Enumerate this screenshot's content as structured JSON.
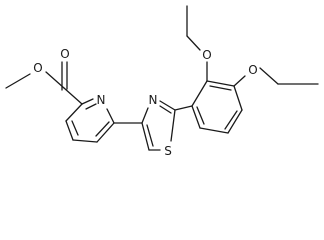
{
  "atoms": {
    "methyl_ester_oxygen": "O",
    "carbonyl_oxygen": "O",
    "pyridine_nitrogen": "N",
    "thiazole_nitrogen": "N",
    "thiazole_sulfur": "S",
    "ethoxy_oxygen_upper": "O",
    "ethoxy_oxygen_lower": "O"
  },
  "colors": {
    "ink": "#1a1a1a",
    "background": "#ffffff"
  }
}
